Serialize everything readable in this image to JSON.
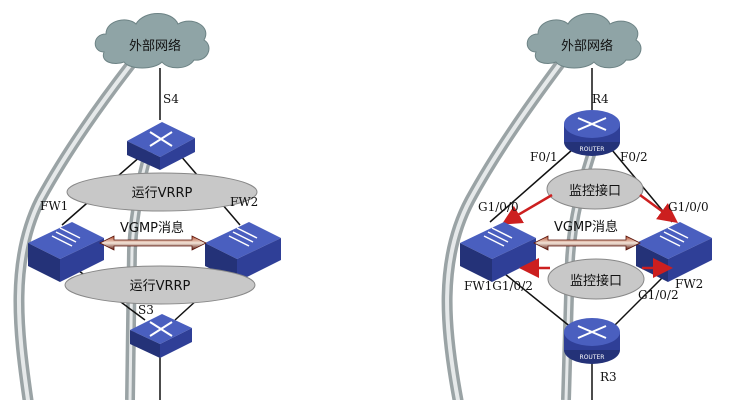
{
  "left": {
    "cloud": "外部网络",
    "s4": "S4",
    "vrrp_top": "运行VRRP",
    "fw1": "FW1",
    "fw2": "FW2",
    "vgmp": "VGMP消息",
    "vrrp_bottom": "运行VRRP",
    "s3": "S3"
  },
  "right": {
    "cloud": "外部网络",
    "r4": "R4",
    "router_text": "ROUTER",
    "f01": "F0/1",
    "f02": "F0/2",
    "monitor_top": "监控接口",
    "g100_left": "G1/0/0",
    "g100_right": "G1/0/0",
    "vgmp": "VGMP消息",
    "fw1": "FW1",
    "g102_left": "G1/0/2",
    "monitor_bottom": "监控接口",
    "fw2": "FW2",
    "g102_right": "G1/0/2",
    "r3": "R3"
  },
  "colors": {
    "cloud": "#8fa4a6",
    "device": "#2f3f97",
    "device_top": "#4a5fbf",
    "ellipse": "#c8c8c8",
    "arrow_red": "#cc1f1f",
    "vgmp_arrow": "#7a1a10",
    "path_arrow": "#9aa3a5"
  }
}
